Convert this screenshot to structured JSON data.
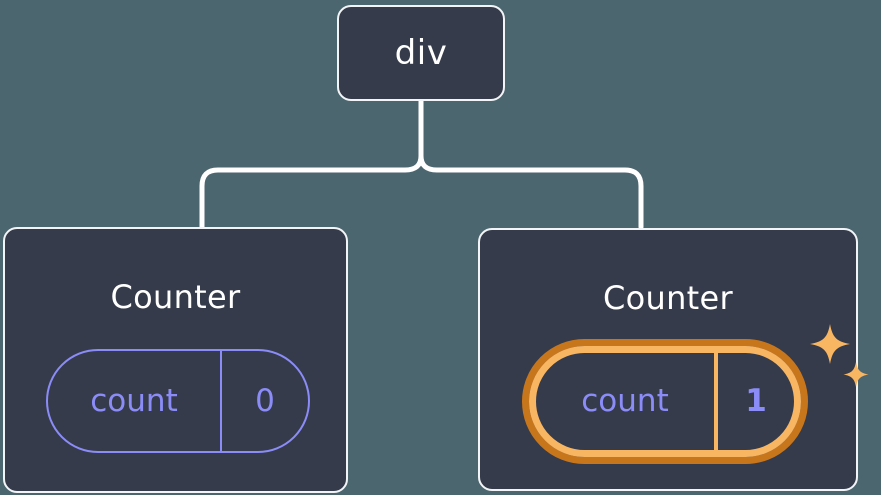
{
  "diagram": {
    "type": "component-tree",
    "background_color": "#4c6670",
    "node_fill_color": "#353b4a",
    "node_border_color": "#f2f5f7",
    "connector_color": "#ffffff",
    "state_color": "#8b8cf8",
    "highlight_outer_color": "#c8761c",
    "highlight_inner_color": "#f8b663"
  },
  "root": {
    "label": "div"
  },
  "children": [
    {
      "title": "Counter",
      "state": {
        "key": "count",
        "value": "0"
      },
      "highlighted": false
    },
    {
      "title": "Counter",
      "state": {
        "key": "count",
        "value": "1"
      },
      "highlighted": true,
      "sparkle_icons": [
        "sparkle-large-icon",
        "sparkle-small-icon"
      ]
    }
  ]
}
